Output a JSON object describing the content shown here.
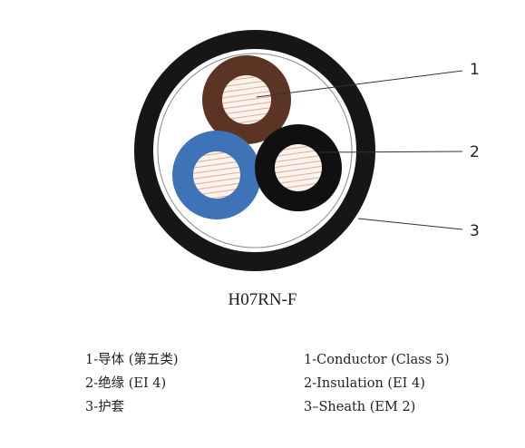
{
  "diagram": {
    "model": "H07RN-F",
    "callouts": [
      "1",
      "2",
      "3"
    ],
    "colors": {
      "sheath": "#161616",
      "core_brown": "#5b3424",
      "core_blue": "#3f73b8",
      "core_black": "#101010",
      "conductor_fill": "#fbf3ee",
      "conductor_strands": "#e7a98f",
      "leader_line": "#333333"
    }
  },
  "legend": {
    "chinese": [
      "1-导体 (第五类)",
      "2-绝缘 (EI 4)",
      "3-护套"
    ],
    "english": [
      "1-Conductor (Class 5)",
      "2-Insulation (EI 4)",
      "3–Sheath  (EM 2)"
    ]
  }
}
